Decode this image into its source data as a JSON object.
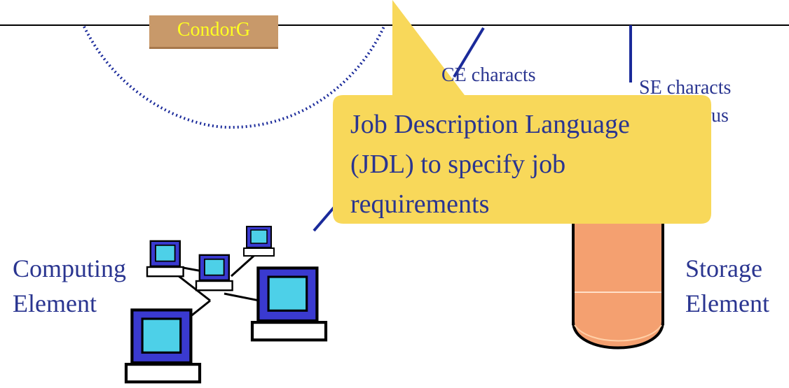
{
  "condor": {
    "label": "CondorG"
  },
  "ce_characts": {
    "label": "CE characts"
  },
  "se_characts": {
    "line1": "SE characts",
    "line2": "us"
  },
  "callout": {
    "lines": [
      "Job Description Language",
      "(JDL) to specify job",
      "requirements"
    ]
  },
  "computing_element": {
    "line1": "Computing",
    "line2": "Element"
  },
  "storage_element": {
    "line1": "Storage",
    "line2": "Element"
  },
  "colors": {
    "line": "#1a2a9a",
    "callout": "#f8d85a",
    "cylinder": "#f4a070",
    "text": "#2a3590"
  }
}
